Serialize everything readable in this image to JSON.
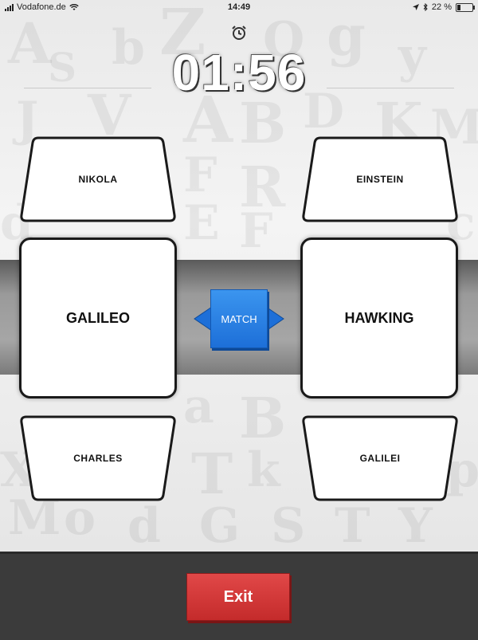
{
  "status_bar": {
    "carrier": "Vodafone.de",
    "time": "14:49",
    "battery": "22 %",
    "battery_level": 0.22
  },
  "timer": {
    "value": "01:56",
    "icon": "alarm-clock-icon"
  },
  "cards": {
    "left_top": "NIKOLA",
    "right_top": "EINSTEIN",
    "left_selected": "GALILEO",
    "right_selected": "HAWKING",
    "left_bottom": "CHARLES",
    "right_bottom": "GALILEI"
  },
  "match_button": {
    "label": "MATCH",
    "color": "#2a80e6"
  },
  "exit_button": {
    "label": "Exit",
    "color": "#d13a3a"
  }
}
